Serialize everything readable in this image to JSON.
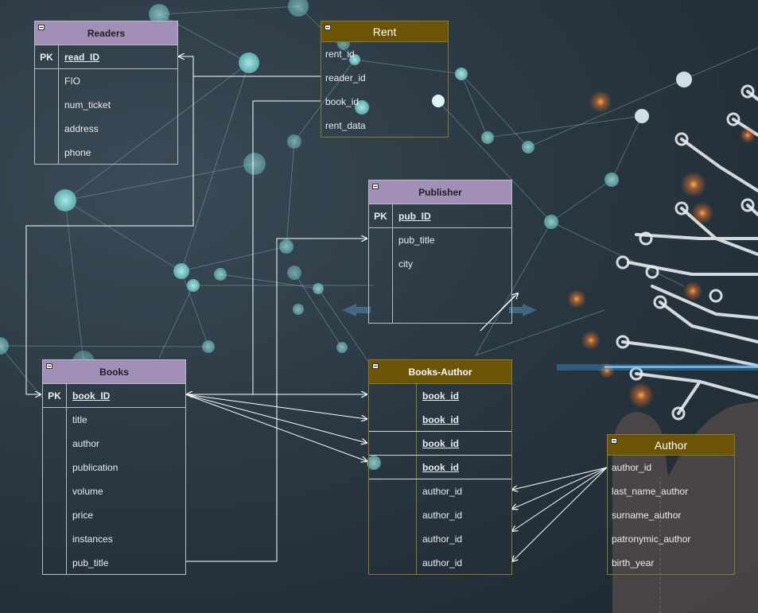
{
  "tables": {
    "readers": {
      "title": "Readers",
      "pk_label": "PK",
      "pk_field": "read_ID",
      "fields": [
        "FIO",
        "num_ticket",
        "address",
        "phone"
      ]
    },
    "rent": {
      "title": "Rent",
      "fields": [
        "rent_id",
        "reader_id",
        "book_id",
        "rent_data"
      ]
    },
    "publisher": {
      "title": "Publisher",
      "pk_label": "PK",
      "pk_field": "pub_ID",
      "fields": [
        "pub_title",
        "city"
      ]
    },
    "books": {
      "title": "Books",
      "pk_label": "PK",
      "pk_field": "book_ID",
      "fields": [
        "title",
        "author",
        "publication",
        "volume",
        "price",
        "instances",
        "pub_title"
      ]
    },
    "books_author": {
      "title": "Books-Author",
      "key_fields": [
        "book_id",
        "book_id",
        "book_id",
        "book_id"
      ],
      "fields": [
        "author_id",
        "author_id",
        "author_id",
        "author_id"
      ]
    },
    "author": {
      "title": "Author",
      "fields": [
        "author_id",
        "last_name_author",
        "surname_author",
        "patronymic_author",
        "birth_year"
      ]
    }
  },
  "colors": {
    "purple_header": "#a18fb7",
    "gold_header": "#6b5405",
    "connector": "#ffffff"
  }
}
